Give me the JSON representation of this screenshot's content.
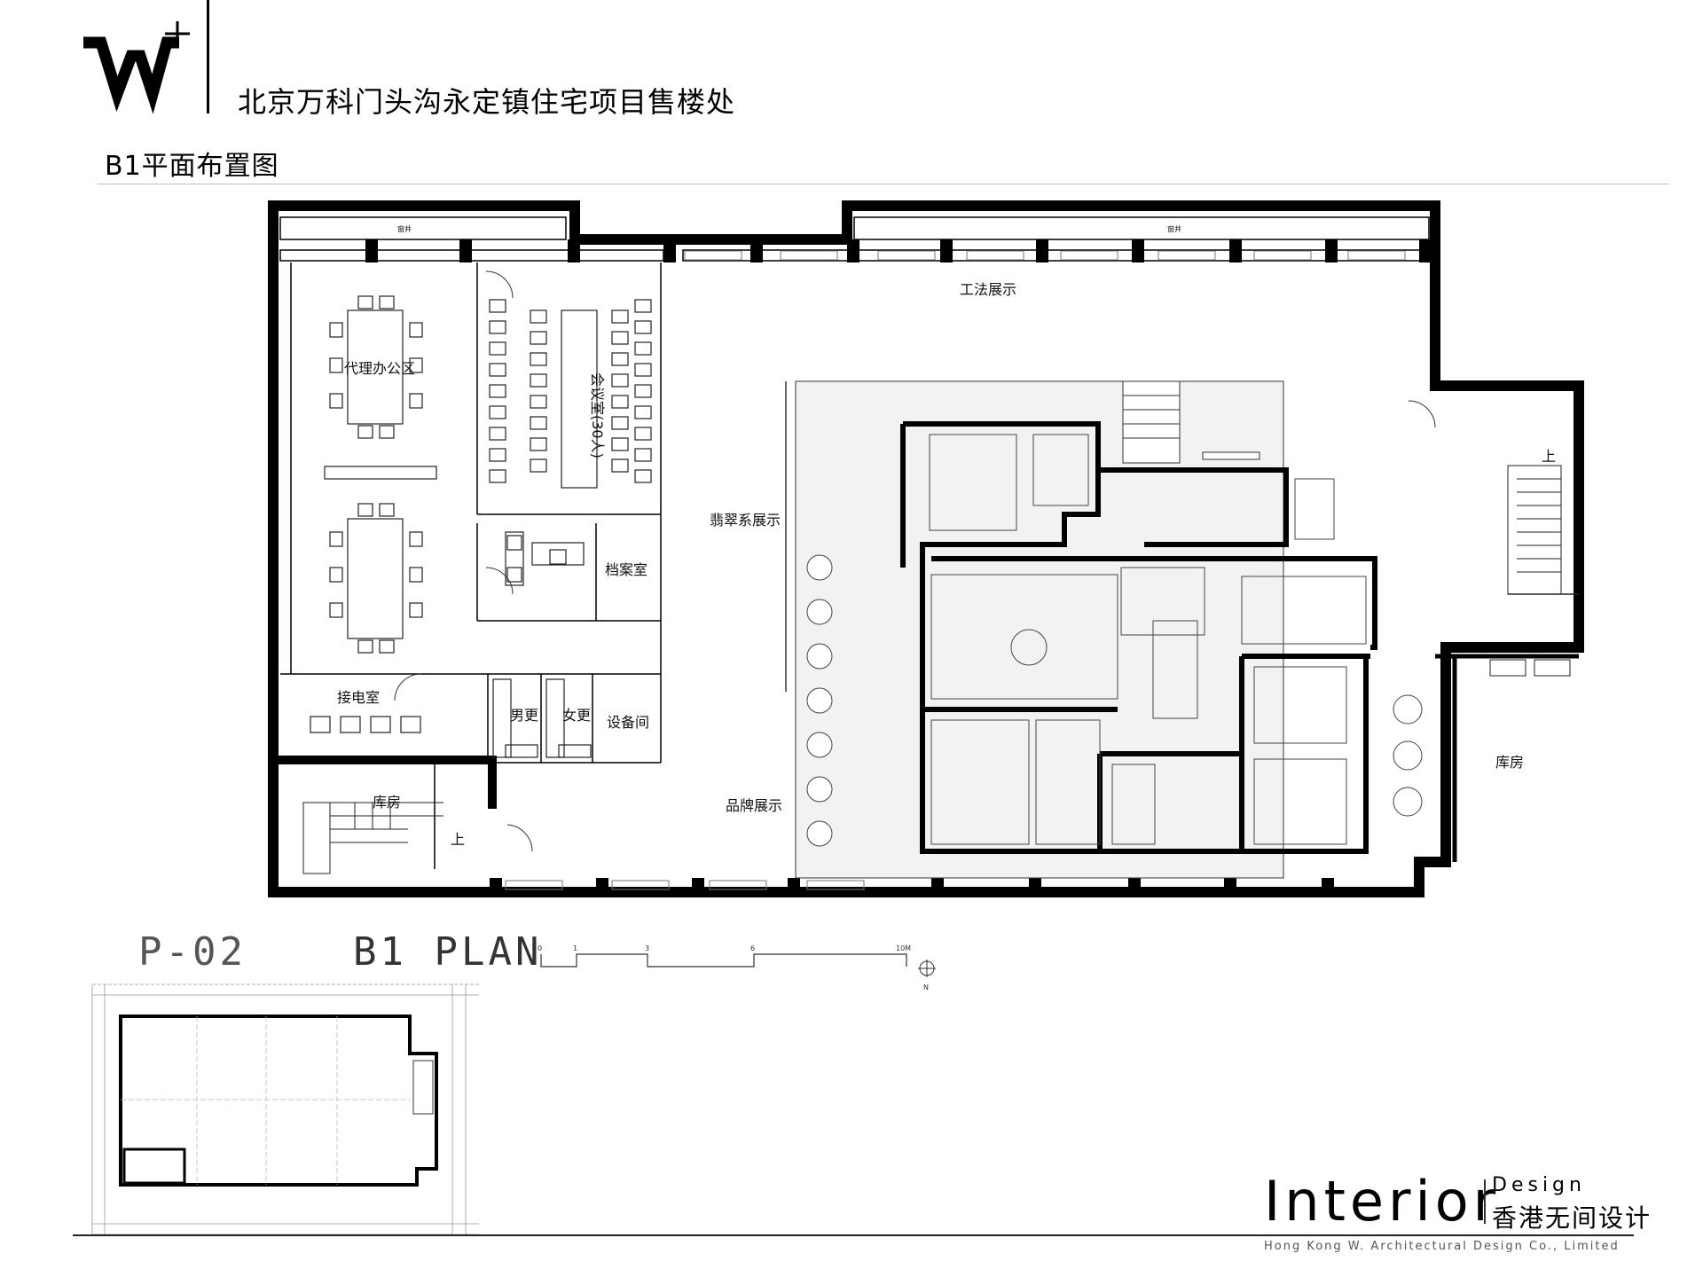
{
  "header": {
    "project_title": "北京万科门头沟永定镇住宅项目售楼处",
    "sheet_title": "B1平面布置图"
  },
  "plan": {
    "rooms": {
      "agent_office": "代理办公区",
      "meeting_room": "会议室(30人)",
      "archive_room": "档案室",
      "power_room": "接电室",
      "mens_locker": "男更",
      "womens_locker": "女更",
      "equipment_room": "设备间",
      "storage_left": "库房",
      "storage_right": "库房",
      "craft_display": "工法展示",
      "jade_display": "翡翠系展示",
      "brand_display": "品牌展示"
    },
    "window_labels": [
      "窗井",
      "窗井"
    ],
    "stair_up_left": "上",
    "stair_up_right": "上"
  },
  "titleblock": {
    "sheet_code": "P-02",
    "plan_caption": "B1 PLAN",
    "scale_labels": [
      "0",
      "1",
      "3",
      "6",
      "10M"
    ],
    "north_label": "N"
  },
  "footer": {
    "brand_word": "Interior",
    "brand_design": "Design",
    "brand_cn": "香港无间设计",
    "company": "Hong Kong W. Architectural Design Co., Limited"
  }
}
